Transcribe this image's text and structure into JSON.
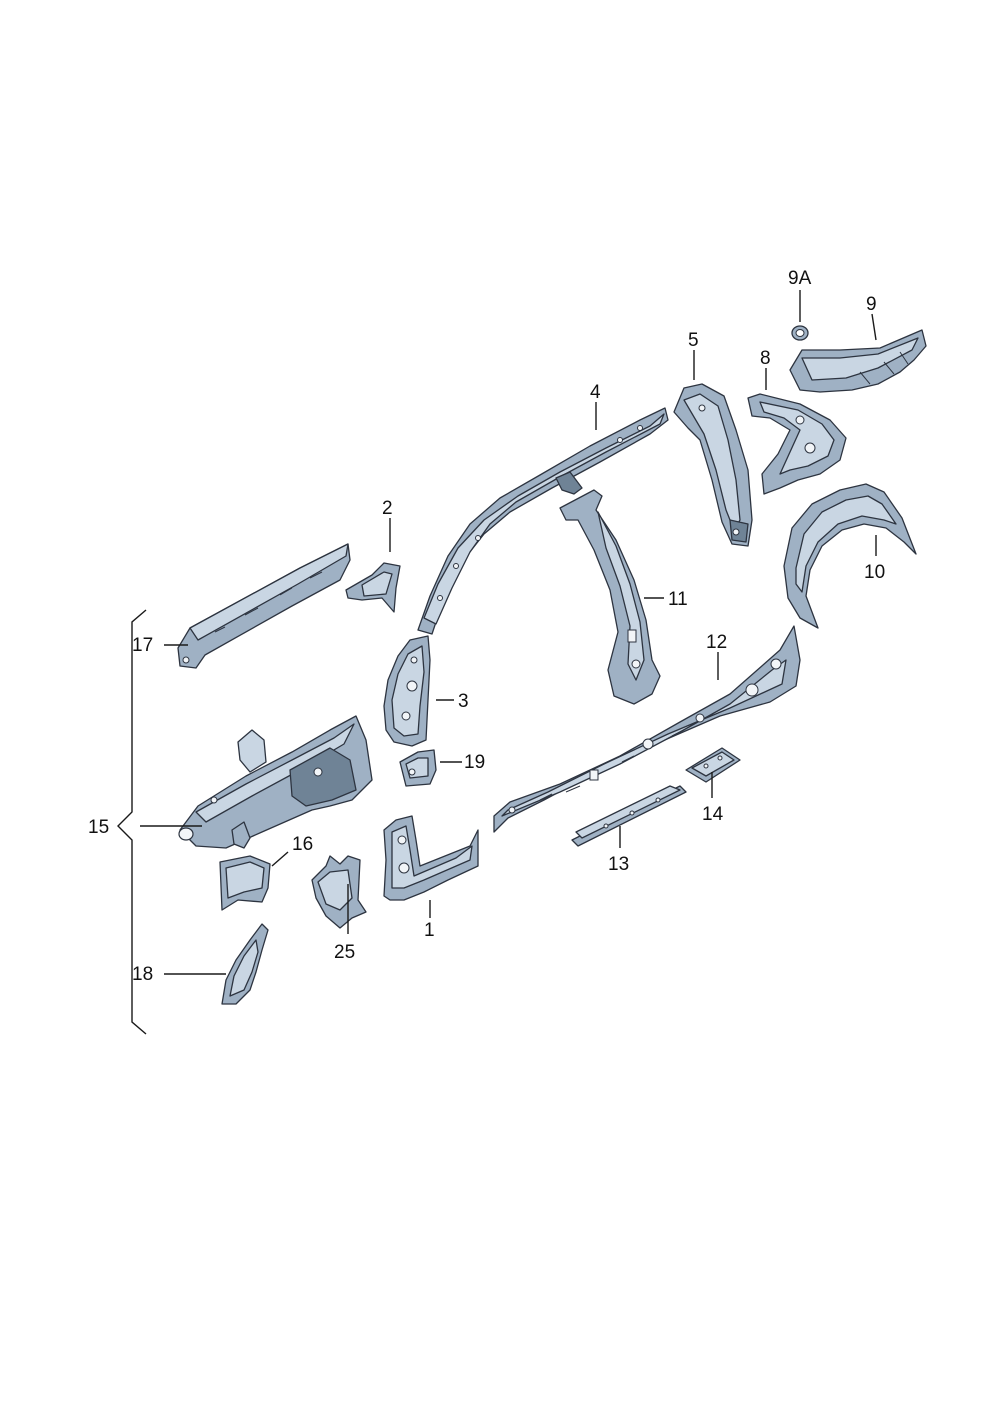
{
  "callouts": {
    "c1": "1",
    "c2": "2",
    "c3": "3",
    "c4": "4",
    "c5": "5",
    "c8": "8",
    "c9": "9",
    "c9a": "9A",
    "c10": "10",
    "c11": "11",
    "c12": "12",
    "c13": "13",
    "c14": "14",
    "c15": "15",
    "c16": "16",
    "c17": "17",
    "c18": "18",
    "c19": "19",
    "c25": "25"
  }
}
